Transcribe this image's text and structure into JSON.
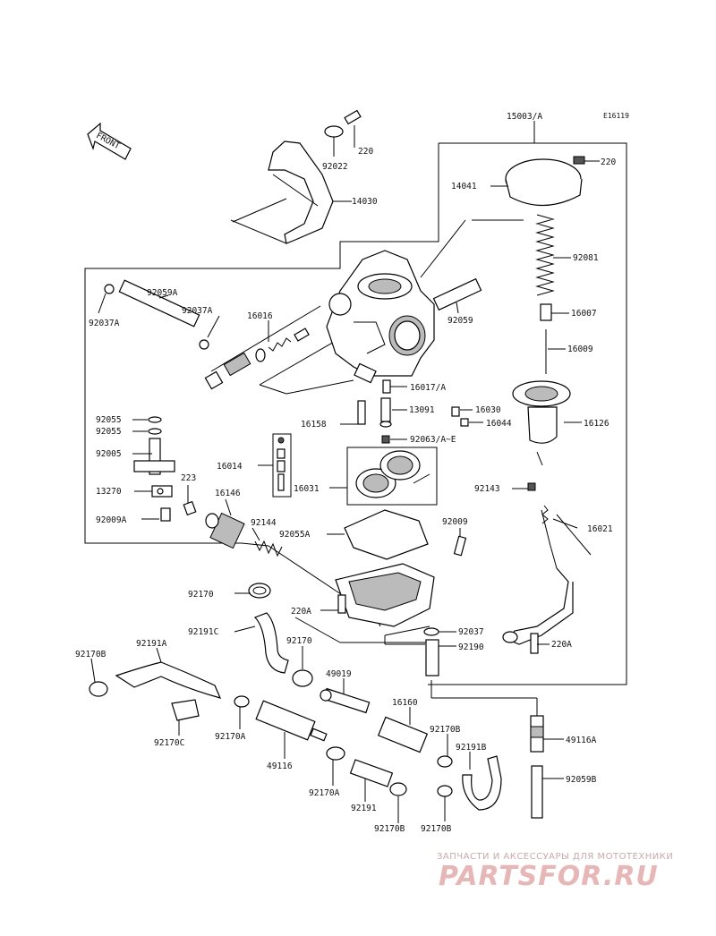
{
  "diagram": {
    "front_label": "FRONT",
    "ref_code": "E16119",
    "labels": {
      "15003A": "15003/A",
      "220a": "220",
      "92022": "92022",
      "220b": "220",
      "14030": "14030",
      "14041": "14041",
      "92081": "92081",
      "16007": "16007",
      "16009": "16009",
      "92059A": "92059A",
      "92037Aa": "92037A",
      "92037Ab": "92037A",
      "16016": "16016",
      "92059": "92059",
      "16017A": "16017/A",
      "16030": "16030",
      "13091": "13091",
      "16044": "16044",
      "16126": "16126",
      "92055a": "92055",
      "92055b": "92055",
      "16158": "16158",
      "92063AE": "92063/A~E",
      "92005": "92005",
      "16014": "16014",
      "223": "223",
      "16146": "16146",
      "16031": "16031",
      "13270": "13270",
      "92143": "92143",
      "92009A": "92009A",
      "92144": "92144",
      "92009": "92009",
      "16021": "16021",
      "92055A": "92055A",
      "92170": "92170",
      "220A_left": "220A",
      "92037": "92037",
      "92190": "92190",
      "220A_right": "220A",
      "92191C": "92191C",
      "92191A": "92191A",
      "92170B_a": "92170B",
      "92170_b": "92170",
      "49019": "49019",
      "16160": "16160",
      "92170C": "92170C",
      "92170A_a": "92170A",
      "49116": "49116",
      "92170A_b": "92170A",
      "92170B_b": "92170B",
      "92191B": "92191B",
      "49116A": "49116A",
      "92059B": "92059B",
      "92191": "92191",
      "92170B_c": "92170B",
      "92170B_d": "92170B"
    }
  },
  "watermark": {
    "subtitle": "ЗАПЧАСТИ И АКСЕССУАРЫ ДЛЯ МОТОТЕХНИКИ",
    "logo": "PARTSFOR.RU"
  }
}
